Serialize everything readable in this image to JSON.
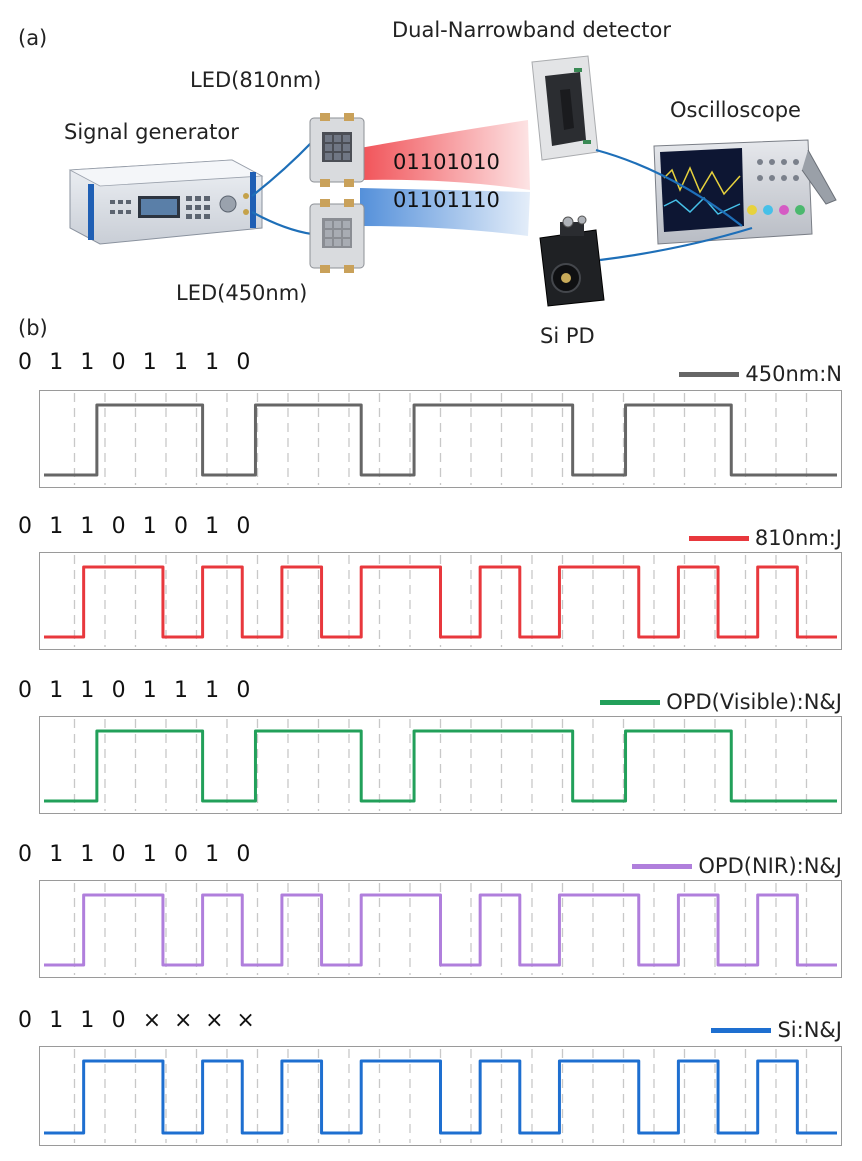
{
  "panel_a": {
    "label": "(a)",
    "signal_generator": "Signal generator",
    "led_810": "LED(810nm)",
    "led_450": "LED(450nm)",
    "code_red": "01101010",
    "code_blue": "01101110",
    "detector": "Dual-Narrowband detector",
    "oscilloscope": "Oscilloscope",
    "si_pd": "Si PD"
  },
  "panel_b": {
    "label": "(b)",
    "traces": [
      {
        "id": "t450",
        "legend": "450nm:N",
        "color": "#666666",
        "bits": [
          "0",
          "1",
          "1",
          "0",
          "1",
          "1",
          "1",
          "0"
        ],
        "levels": [
          0,
          1,
          1,
          0,
          1,
          1,
          0,
          1,
          1,
          1,
          0,
          1,
          1,
          0,
          0
        ]
      },
      {
        "id": "t810",
        "legend": "810nm:J",
        "color": "#e8383d",
        "bits": [
          "0",
          "1",
          "1",
          "0",
          "1",
          "0",
          "1",
          "0"
        ],
        "levels": [
          0,
          1,
          1,
          0,
          1,
          0,
          1,
          0,
          1,
          1,
          0,
          1,
          0,
          1,
          1,
          0,
          1,
          0,
          1,
          0
        ]
      },
      {
        "id": "tvis",
        "legend": "OPD(Visible):N&J",
        "color": "#22a05a",
        "bits": [
          "0",
          "1",
          "1",
          "0",
          "1",
          "1",
          "1",
          "0"
        ],
        "levels": [
          0,
          1,
          1,
          0,
          1,
          1,
          0,
          1,
          1,
          1,
          0,
          1,
          1,
          0,
          0
        ]
      },
      {
        "id": "tnir",
        "legend": "OPD(NIR):N&J",
        "color": "#b07fdc",
        "bits": [
          "0",
          "1",
          "1",
          "0",
          "1",
          "0",
          "1",
          "0"
        ],
        "levels": [
          0,
          1,
          1,
          0,
          1,
          0,
          1,
          0,
          1,
          1,
          0,
          1,
          0,
          1,
          1,
          0,
          1,
          0,
          1,
          0
        ]
      },
      {
        "id": "tsi",
        "legend": "Si:N&J",
        "color": "#1e6fd0",
        "bits": [
          "0",
          "1",
          "1",
          "0",
          "×",
          "×",
          "×",
          "×"
        ],
        "levels": [
          0,
          1,
          1,
          0,
          1,
          0,
          1,
          0,
          1,
          1,
          0,
          1,
          0,
          1,
          1,
          0,
          1,
          0,
          1,
          0
        ]
      }
    ]
  }
}
